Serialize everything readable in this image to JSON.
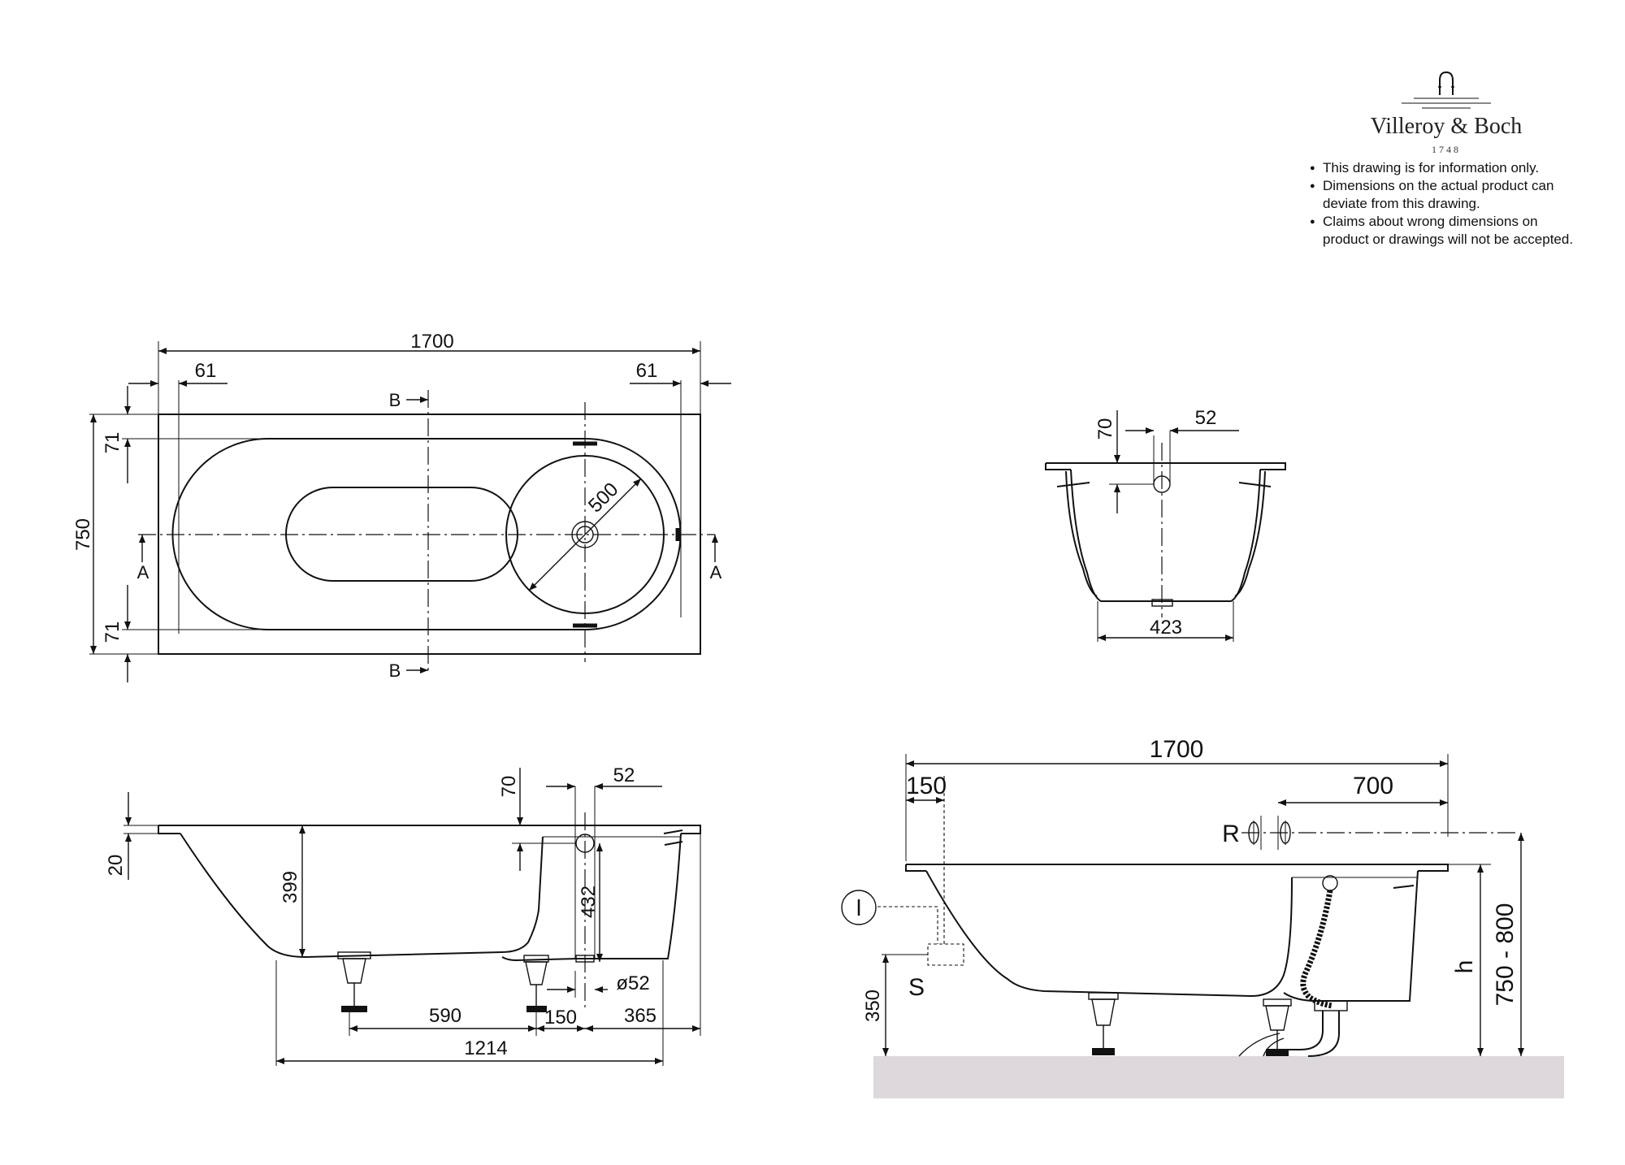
{
  "brand": {
    "name": "Villeroy & Boch",
    "year": "1748",
    "logo_icon": "tap-arch-icon"
  },
  "disclaimer": [
    "This drawing is for information only.",
    "Dimensions on the actual product can deviate from this drawing.",
    "Claims about wrong dimensions on product or drawings will not be accepted."
  ],
  "plan_view": {
    "length": "1700",
    "rim_left": "61",
    "rim_right": "61",
    "width": "750",
    "rim_top": "71",
    "rim_bottom": "71",
    "waste_diameter": "500",
    "section_a": "A",
    "section_b": "B"
  },
  "end_section": {
    "overflow_depth": "70",
    "overflow_offset": "52",
    "base_width": "423"
  },
  "side_section": {
    "rim_thickness": "20",
    "inner_depth": "399",
    "overflow_depth": "70",
    "overflow_offset": "52",
    "overflow_height": "432",
    "waste_diameter": "ø52",
    "foot_spacing": "590",
    "waste_spacing": "150",
    "waste_to_end": "365",
    "base_length": "1214"
  },
  "installation": {
    "length": "1700",
    "offset_left": "150",
    "offset_right": "700",
    "label_r": "R",
    "label_s": "S",
    "label_i": "I",
    "height_label": "h",
    "waste_height": "350",
    "install_height": "750 - 800"
  },
  "colors": {
    "line": "#111111",
    "rim_fill": "#f1eef0",
    "floor_fill": "#dcd8db"
  }
}
